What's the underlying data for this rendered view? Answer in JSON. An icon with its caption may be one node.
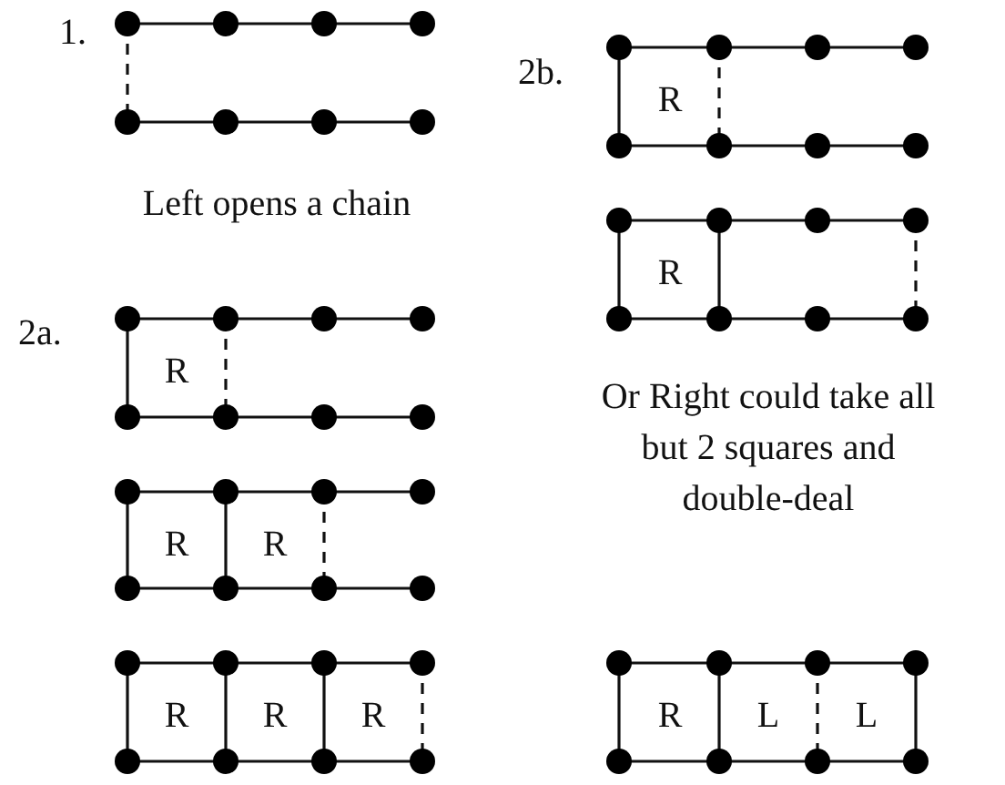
{
  "diagram": {
    "labels": [
      "1.",
      "2b.",
      "R",
      "R",
      "Left opens a chain",
      "2a.",
      "R",
      "Or Right could take all but 2 squares and double-deal",
      "R",
      "R",
      "R",
      "R",
      "R",
      "R",
      "L",
      "L"
    ]
  }
}
